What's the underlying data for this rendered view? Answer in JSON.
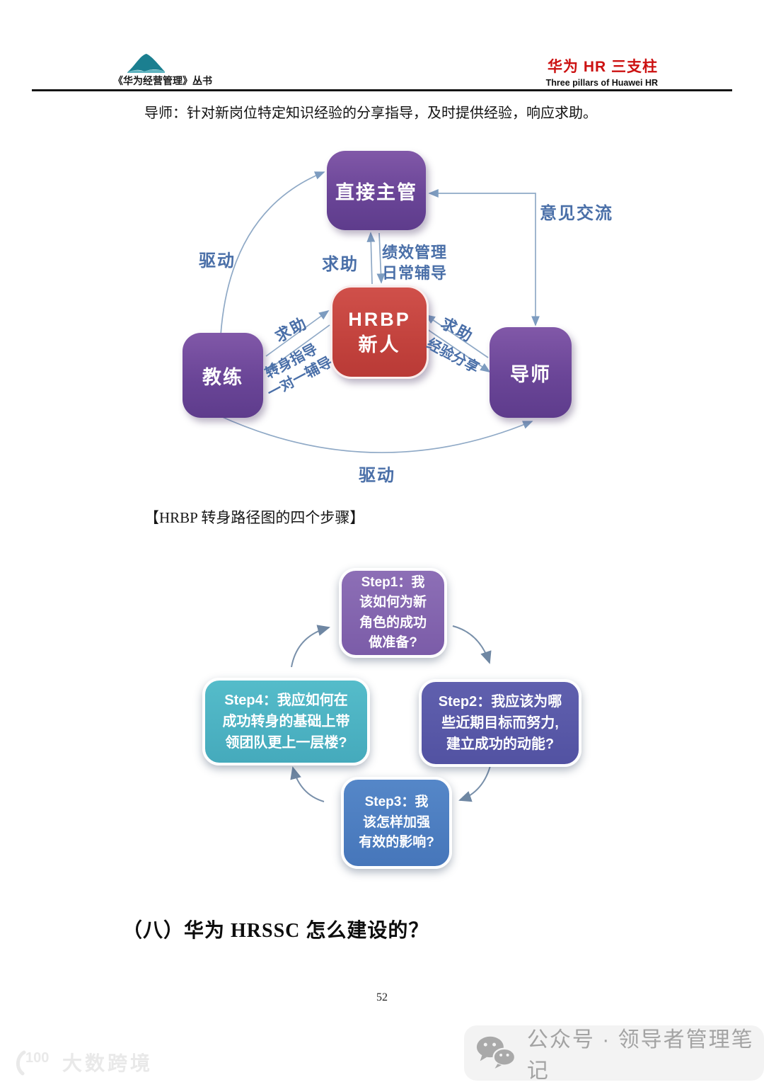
{
  "header": {
    "series_title": "《华为经营管理》丛书",
    "brand_title": "华为 HR 三支柱",
    "brand_subtitle": "Three pillars of Huawei HR",
    "brand_color": "#cc1111",
    "logo": "teal-mountain-logo"
  },
  "intro_text": "导师：针对新岗位特定知识经验的分享指导，及时提供经验，响应求助。",
  "relationship_diagram": {
    "nodes": {
      "supervisor": "直接主管",
      "hrbp": "HRBP\n新人",
      "coach": "教练",
      "mentor": "导师"
    },
    "labels": {
      "drive_left": "驱动",
      "help_center": "求助",
      "performance": "绩效管理\n日常辅导",
      "opinion_exchange": "意见交流",
      "help_left": "求助",
      "turn_guidance": "转身指导\n一对一辅导",
      "help_right": "求助",
      "experience_share": "经验分享",
      "drive_bottom": "驱动"
    },
    "colors": {
      "purple_node": "#6a4597",
      "red_node": "#c2423d",
      "label_text": "#4a6fa8",
      "arrow": "#8fa9c6"
    }
  },
  "steps_heading": "【HRBP 转身路径图的四个步骤】",
  "steps_diagram": {
    "steps": [
      {
        "label": "Step1：我\n该如何为新\n角色的成功\n做准备?",
        "color": "#7b5ca8"
      },
      {
        "label": "Step2：我应该为哪\n些近期目标而努力,\n建立成功的动能?",
        "color": "#5252a2"
      },
      {
        "label": "Step3：我\n该怎样加强\n有效的影响?",
        "color": "#4676ba"
      },
      {
        "label": "Step4：我应如何在\n成功转身的基础上带\n领团队更上一层楼?",
        "color": "#45aabc"
      }
    ]
  },
  "section_heading": "（八）华为 HRSSC 怎么建设的？",
  "page_number": "52",
  "footer": {
    "wechat_label": "公众号 · 领导者管理笔记",
    "wechat_icon": "wechat-bubbles-icon",
    "watermark": "大数跨境"
  }
}
